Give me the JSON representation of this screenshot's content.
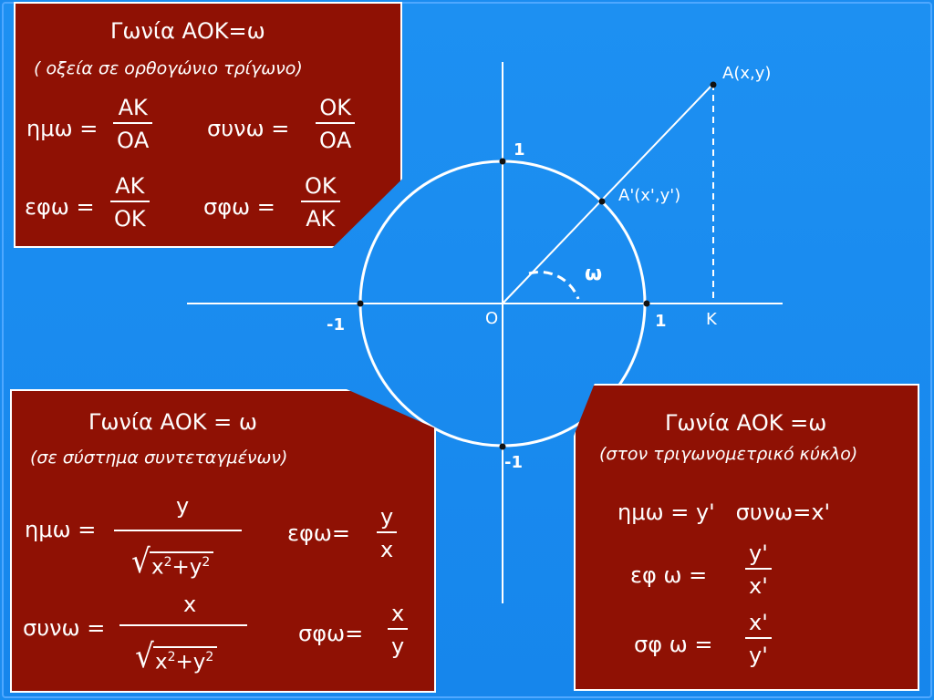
{
  "colors": {
    "background": "#1a8cf0",
    "panel": "#8f1104",
    "stroke": "#ffffff"
  },
  "diagram": {
    "labels": {
      "A": "A(x,y)",
      "A_prime": "A'(x',y')",
      "omega": "ω",
      "origin": "O",
      "K": "K",
      "x_pos": "1",
      "x_neg": "-1",
      "y_pos": "1",
      "y_neg": "-1"
    }
  },
  "panel_right_triangle": {
    "title": "Γωνία ΑΟΚ=ω",
    "subtitle": "( οξεία σε ορθογώνιο τρίγωνο)",
    "sin": {
      "label": "ημω =",
      "num": "ΑΚ",
      "den": "ΟΑ"
    },
    "cos": {
      "label": "συνω =",
      "num": "ΟΚ",
      "den": "ΟΑ"
    },
    "tan": {
      "label": "εφω =",
      "num": "ΑΚ",
      "den": "ΟΚ"
    },
    "cot": {
      "label": "σφω =",
      "num": "ΟΚ",
      "den": "ΑΚ"
    }
  },
  "panel_coordinates": {
    "title": "Γωνία ΑΟΚ = ω",
    "subtitle": "(σε σύστημα συντεταγμένων)",
    "sin": {
      "label": "ημω =",
      "num": "y",
      "den_base": "x",
      "den_mid": "+y",
      "exp": "2"
    },
    "cos": {
      "label": "συνω =",
      "num": "x",
      "den_base": "x",
      "den_mid": "+y",
      "exp": "2"
    },
    "tan": {
      "label": "εφω=",
      "num": "y",
      "den": "x"
    },
    "cot": {
      "label": "σφω=",
      "num": "x",
      "den": "y"
    }
  },
  "panel_unit_circle": {
    "title": "Γωνία ΑΟΚ =ω",
    "subtitle": "(στον τριγωνομετρικό κύκλο)",
    "sin_cos": "ημω = y'   συνω=x'",
    "tan": {
      "label": "εφ ω =",
      "num": "y'",
      "den": "x'"
    },
    "cot": {
      "label": "σφ ω =",
      "num": "x'",
      "den": "y'"
    }
  }
}
